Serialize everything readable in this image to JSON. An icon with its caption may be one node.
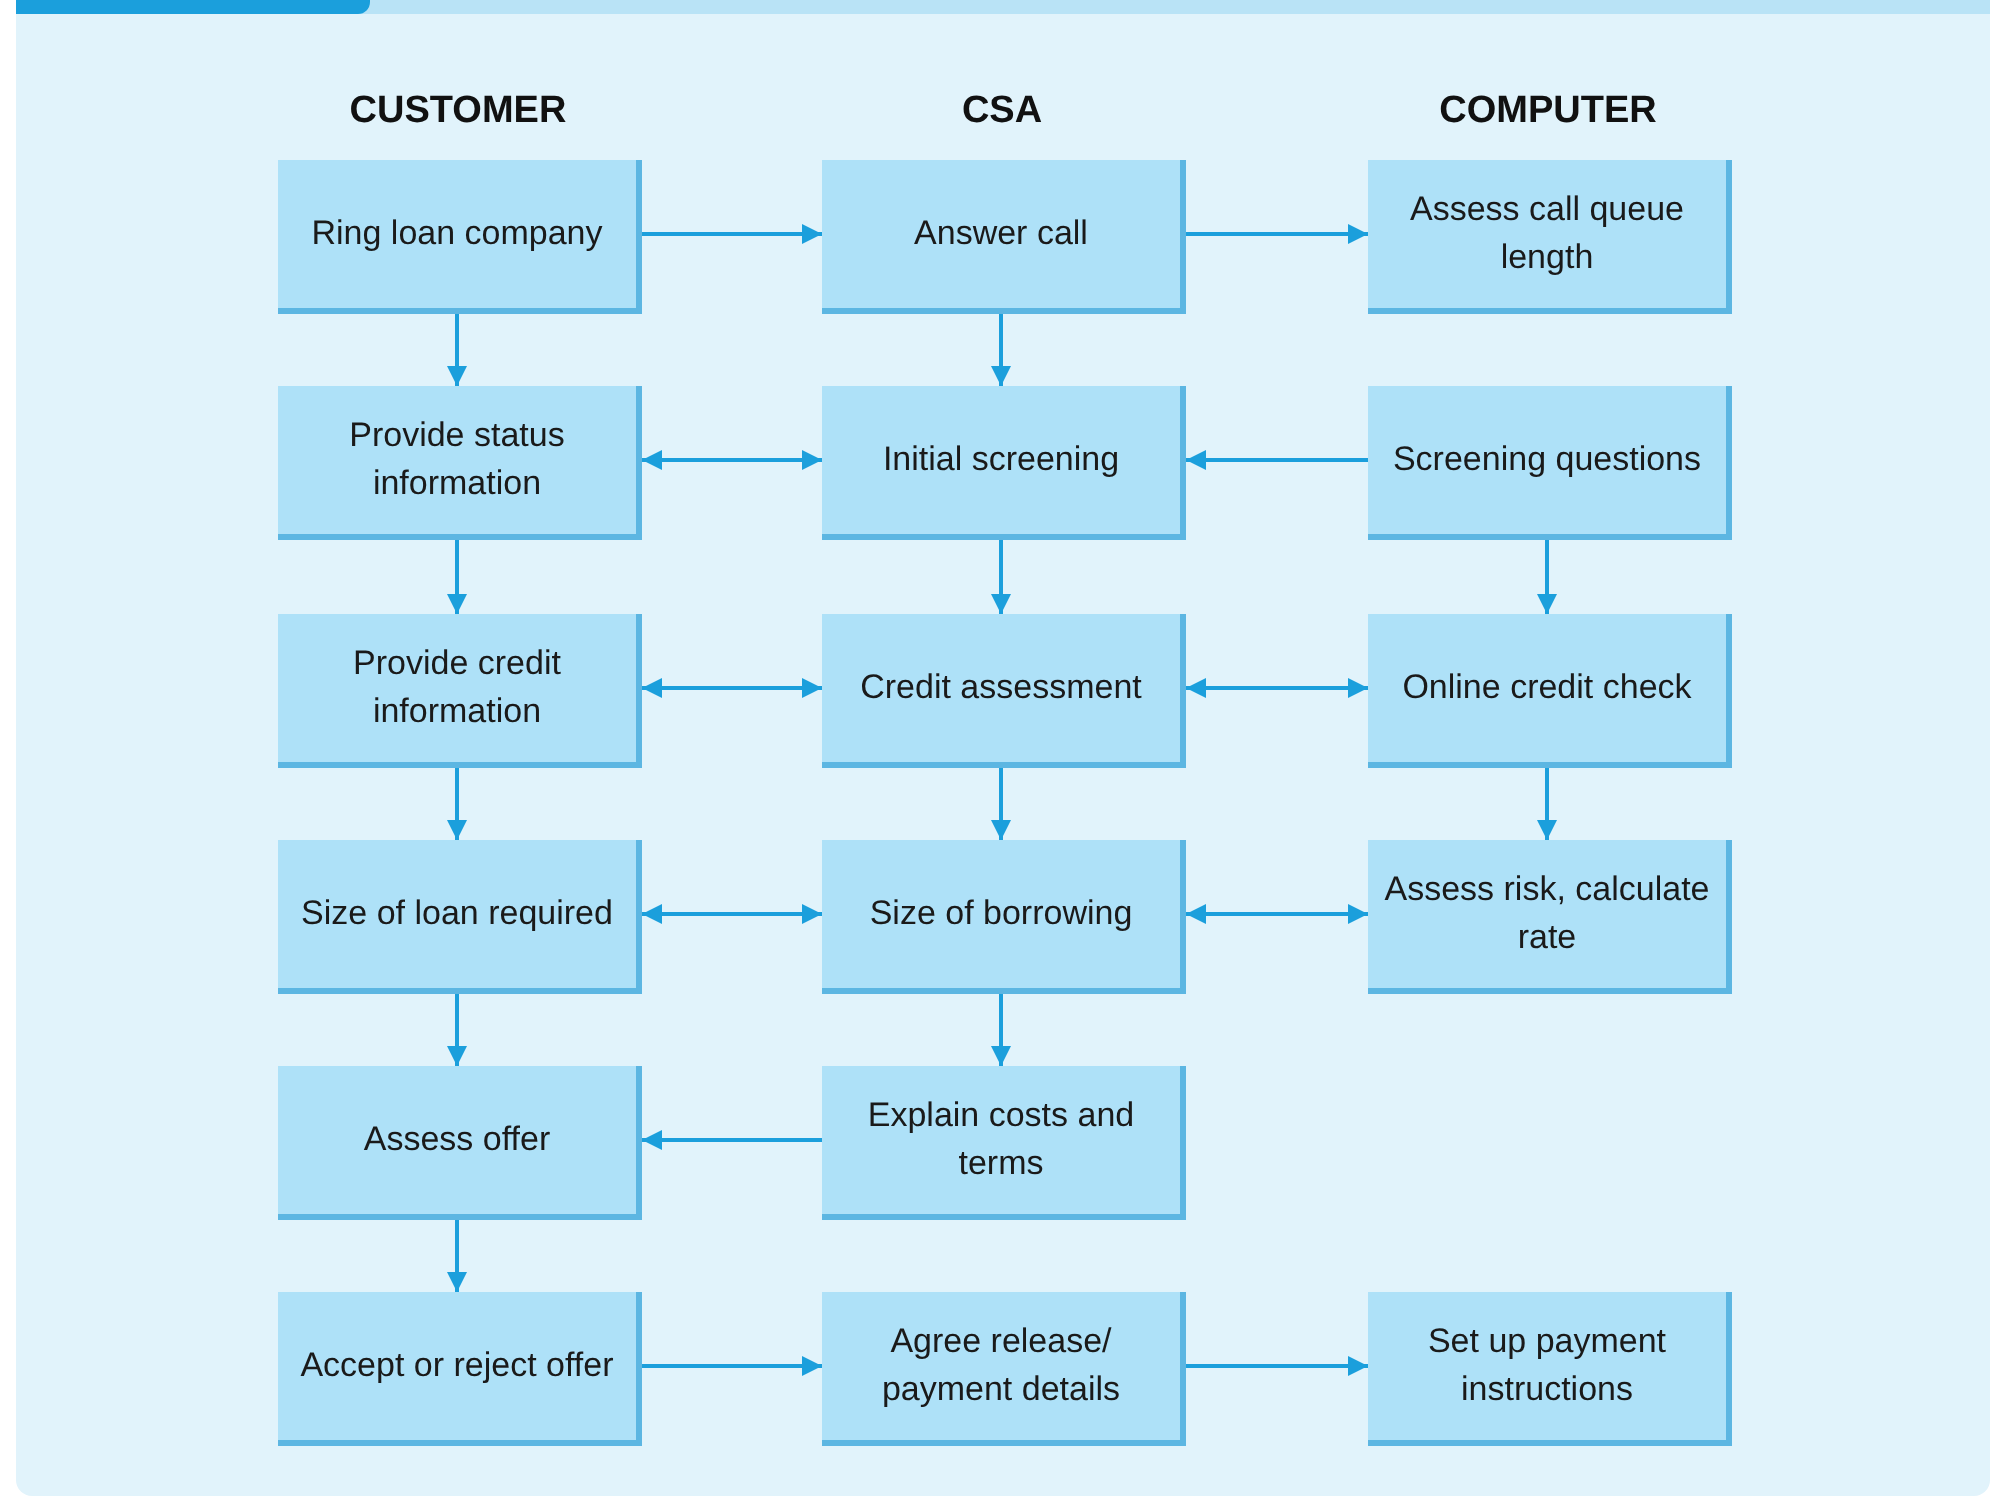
{
  "diagram": {
    "nodes": [
      {
        "text": [
          "Ring loan company"
        ]
      },
      {
        "text": [
          "Answer call"
        ]
      },
      {
        "text": [
          "Assess call queue length"
        ]
      },
      {
        "text": [
          "Provide status information"
        ]
      },
      {
        "text": [
          "Initial screening"
        ]
      },
      {
        "text": [
          "Screening questions"
        ]
      },
      {
        "text": [
          "Provide credit information"
        ]
      },
      {
        "text": [
          "Credit assessment"
        ]
      },
      {
        "text": [
          "Online credit check"
        ]
      },
      {
        "text": [
          "Size of loan required"
        ]
      },
      {
        "text": [
          "Size of borrowing"
        ]
      },
      {
        "text": [
          "Assess risk, calculate rate"
        ]
      },
      {
        "text": [
          "Assess offer"
        ]
      },
      {
        "text": [
          "Explain costs and terms"
        ]
      },
      {
        "text": [
          "Accept or reject offer"
        ]
      },
      {
        "text": [
          "Agree release/ payment details"
        ]
      },
      {
        "text": [
          "Set up payment instructions"
        ]
      }
    ],
    "edges": [
      {
        "from": 0,
        "to": 1,
        "arrow": "to"
      },
      {
        "from": 1,
        "to": 2,
        "arrow": "to"
      },
      {
        "from": 0,
        "to": 3,
        "arrow": "to"
      },
      {
        "from": 1,
        "to": 4,
        "arrow": "to"
      },
      {
        "from": 3,
        "to": 4,
        "arrow": "both"
      },
      {
        "from": 5,
        "to": 4,
        "arrow": "to"
      },
      {
        "from": 3,
        "to": 6,
        "arrow": "to"
      },
      {
        "from": 4,
        "to": 7,
        "arrow": "to"
      },
      {
        "from": 5,
        "to": 8,
        "arrow": "to"
      },
      {
        "from": 6,
        "to": 7,
        "arrow": "both"
      },
      {
        "from": 7,
        "to": 8,
        "arrow": "both"
      },
      {
        "from": 6,
        "to": 9,
        "arrow": "to"
      },
      {
        "from": 7,
        "to": 10,
        "arrow": "to"
      },
      {
        "from": 8,
        "to": 11,
        "arrow": "to"
      },
      {
        "from": 9,
        "to": 10,
        "arrow": "both"
      },
      {
        "from": 10,
        "to": 11,
        "arrow": "both"
      },
      {
        "from": 9,
        "to": 12,
        "arrow": "to"
      },
      {
        "from": 10,
        "to": 13,
        "arrow": "to"
      },
      {
        "from": 13,
        "to": 12,
        "arrow": "to"
      },
      {
        "from": 12,
        "to": 14,
        "arrow": "to"
      },
      {
        "from": 14,
        "to": 15,
        "arrow": "to"
      },
      {
        "from": 15,
        "to": 16,
        "arrow": "to"
      }
    ],
    "labels": [
      "CUSTOMER",
      "CSA",
      "COMPUTER"
    ]
  }
}
